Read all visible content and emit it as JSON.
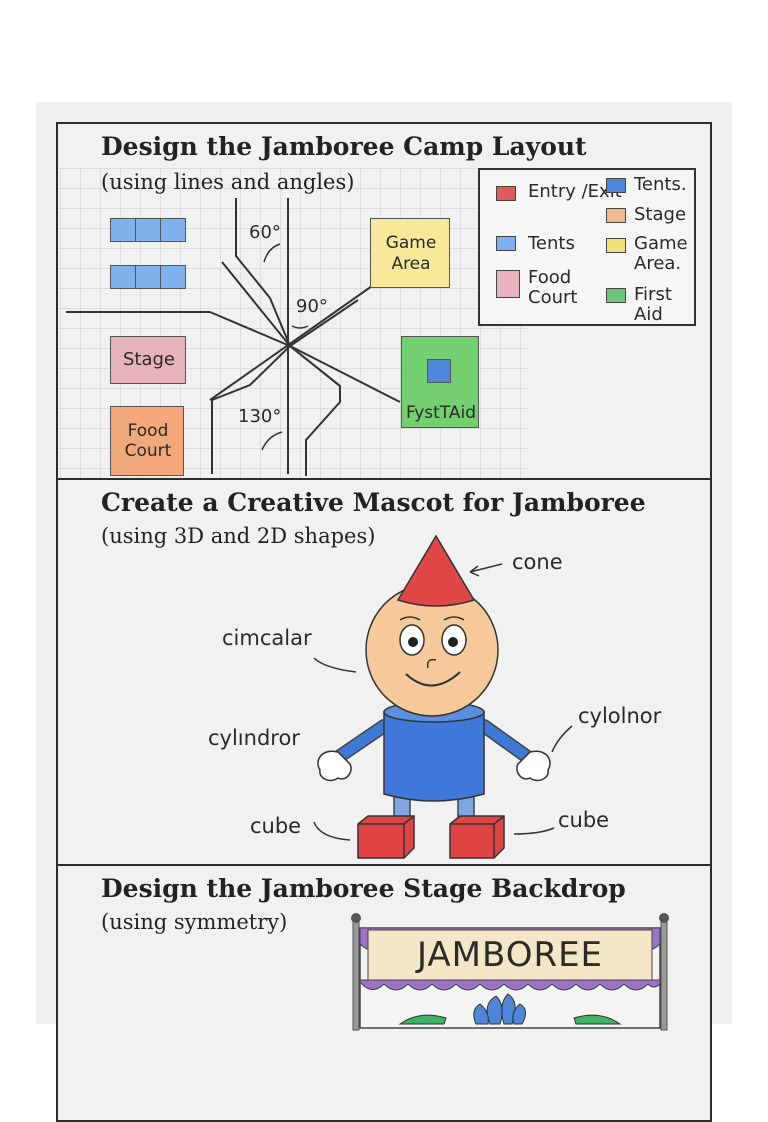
{
  "sections": [
    {
      "title": "Design the Jamboree Camp Layout",
      "subtitle": "(using lines and angles)"
    },
    {
      "title": "Create a Creative Mascot for Jamboree",
      "subtitle": "(using 3D and 2D shapes)"
    },
    {
      "title": "Design the Jamboree Stage Backdrop",
      "subtitle": "(using symmetry)"
    }
  ],
  "camp": {
    "angles": [
      "60°",
      "90°",
      "130°"
    ],
    "blocks": {
      "game_area": "Game Area",
      "stage": "Stage",
      "food_court": "Food Court",
      "first_aid": "FystTAid"
    },
    "legend": [
      {
        "label": "Entry /Exit",
        "color": "#e05a5a"
      },
      {
        "label": "Tents.",
        "color": "#4f86d9"
      },
      {
        "label": "Tents",
        "color": "#7fb1ec"
      },
      {
        "label": "Stage",
        "color": "#f2b98f"
      },
      {
        "label": "Food Court",
        "color": "#e9b3bd"
      },
      {
        "label": "Game Area.",
        "color": "#f3e27a"
      },
      {
        "label": "First Aid",
        "color": "#6bc57c"
      }
    ]
  },
  "mascot": {
    "labels": {
      "cone": "cone",
      "circle": "cimcalar",
      "cylinder_left": "cylındror",
      "cylinder_right": "cylolnor",
      "cube_left": "cube",
      "cube_right": "cube"
    }
  },
  "backdrop": {
    "banner_text": "JAMBOREE"
  },
  "colors": {
    "tent_blue": "#7fb1ec",
    "stage_pink": "#e6b3b8",
    "food_orange": "#f2a87a",
    "game_yellow": "#f7e89a",
    "first_aid_green": "#73cf6f",
    "cone_red": "#e04848",
    "head_peach": "#f5c99a",
    "body_blue": "#3f78d6",
    "cube_red": "#df4343",
    "banner_purple": "#9b73c9"
  }
}
